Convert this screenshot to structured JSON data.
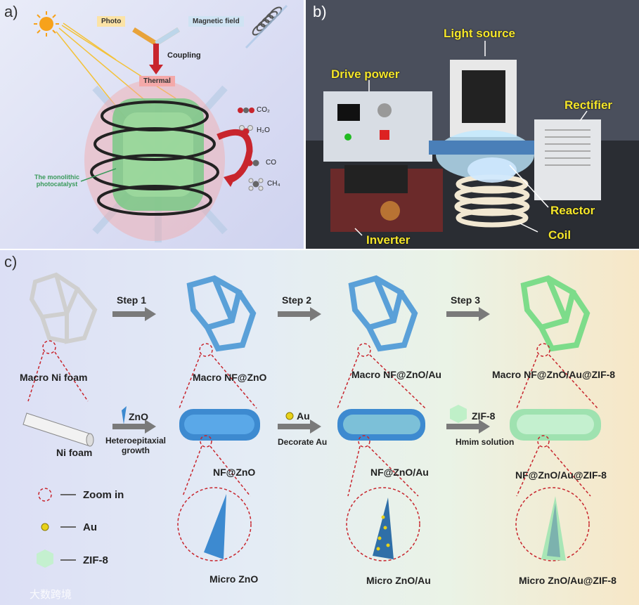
{
  "panel_a": {
    "tag": "a)",
    "photo": "Photo",
    "magnetic": "Magnetic field",
    "coupling": "Coupling",
    "thermal": "Thermal",
    "monolithic": "The monolithic photocatalyst",
    "co2": "CO₂",
    "h2o": "H₂O",
    "co": "CO",
    "ch4": "CH₄"
  },
  "panel_b": {
    "tag": "b)",
    "light_source": "Light source",
    "drive_power": "Drive power",
    "rectifier": "Rectifier",
    "reactor": "Reactor",
    "coil": "Coil",
    "inverter": "Inverter"
  },
  "panel_c": {
    "tag": "c)",
    "step1": "Step 1",
    "step2": "Step 2",
    "step3": "Step 3",
    "macro_ni": "Macro Ni foam",
    "macro_zno": "Macro NF@ZnO",
    "macro_au": "Macro NF@ZnO/Au",
    "macro_zif": "Macro NF@ZnO/Au@ZIF-8",
    "ni_foam": "Ni foam",
    "zno": "ZnO",
    "hetero": "Heteroepitaxial growth",
    "nf_zno": "NF@ZnO",
    "au": "Au",
    "decorate": "Decorate Au",
    "nf_au": "NF@ZnO/Au",
    "zif": "ZIF-8",
    "hmim": "Hmim solution",
    "nf_zif": "NF@ZnO/Au@ZIF-8",
    "zoom_in": "Zoom in",
    "legend_au": "Au",
    "legend_zif": "ZIF-8",
    "micro_zno": "Micro ZnO",
    "micro_au": "Micro ZnO/Au",
    "micro_zif": "Micro ZnO/Au@ZIF-8",
    "watermark": "大数跨境"
  }
}
